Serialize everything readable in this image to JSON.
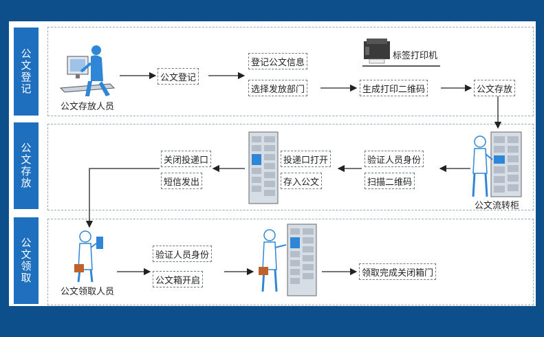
{
  "stages": {
    "s1": "公文登记",
    "s2": "公文存放",
    "s3": "公文领取"
  },
  "row1": {
    "person_label": "公文存放人员",
    "register": "公文登记",
    "register_info": "登记公文信息",
    "select_dept": "选择发放部门",
    "printer_label": "标签打印机",
    "gen_qr": "生成打印二维码",
    "store": "公文存放"
  },
  "row2": {
    "close_slot": "关闭投递口",
    "sms": "短信发出",
    "open_slot": "投递口打开",
    "deposit": "存入公文",
    "verify": "验证人员身份",
    "scan": "扫描二维码",
    "cabinet_label": "公文流转柜"
  },
  "row3": {
    "person_label": "公文领取人员",
    "verify": "验证人员身份",
    "open_box": "公文箱开启",
    "finish": "领取完成关闭箱门"
  },
  "colors": {
    "background": "#0d4f8b",
    "band": "#1f6fbf",
    "person": "#2f86d6",
    "arrow": "#222222"
  }
}
